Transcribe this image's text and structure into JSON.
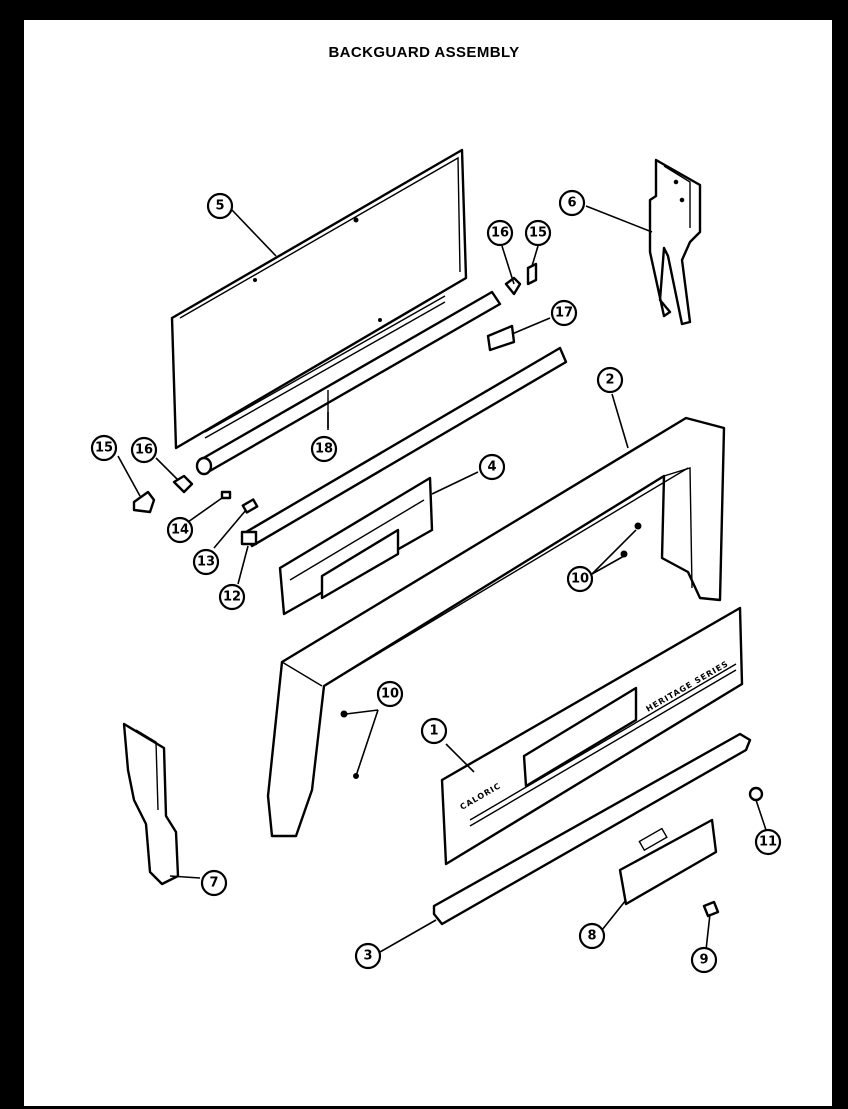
{
  "title": "BACKGUARD ASSEMBLY",
  "panel_labels": {
    "brand": "CALORIC",
    "series": "HERITAGE SERIES"
  },
  "callouts": [
    {
      "id": "c5",
      "label": "5"
    },
    {
      "id": "c6",
      "label": "6"
    },
    {
      "id": "c16a",
      "label": "16"
    },
    {
      "id": "c15a",
      "label": "15"
    },
    {
      "id": "c17",
      "label": "17"
    },
    {
      "id": "c2",
      "label": "2"
    },
    {
      "id": "c15b",
      "label": "15"
    },
    {
      "id": "c16b",
      "label": "16"
    },
    {
      "id": "c18",
      "label": "18"
    },
    {
      "id": "c4",
      "label": "4"
    },
    {
      "id": "c14",
      "label": "14"
    },
    {
      "id": "c13",
      "label": "13"
    },
    {
      "id": "c12",
      "label": "12"
    },
    {
      "id": "c10a",
      "label": "10"
    },
    {
      "id": "c10b",
      "label": "10"
    },
    {
      "id": "c1",
      "label": "1"
    },
    {
      "id": "c11",
      "label": "11"
    },
    {
      "id": "c7",
      "label": "7"
    },
    {
      "id": "c3",
      "label": "3"
    },
    {
      "id": "c8",
      "label": "8"
    },
    {
      "id": "c9",
      "label": "9"
    }
  ]
}
